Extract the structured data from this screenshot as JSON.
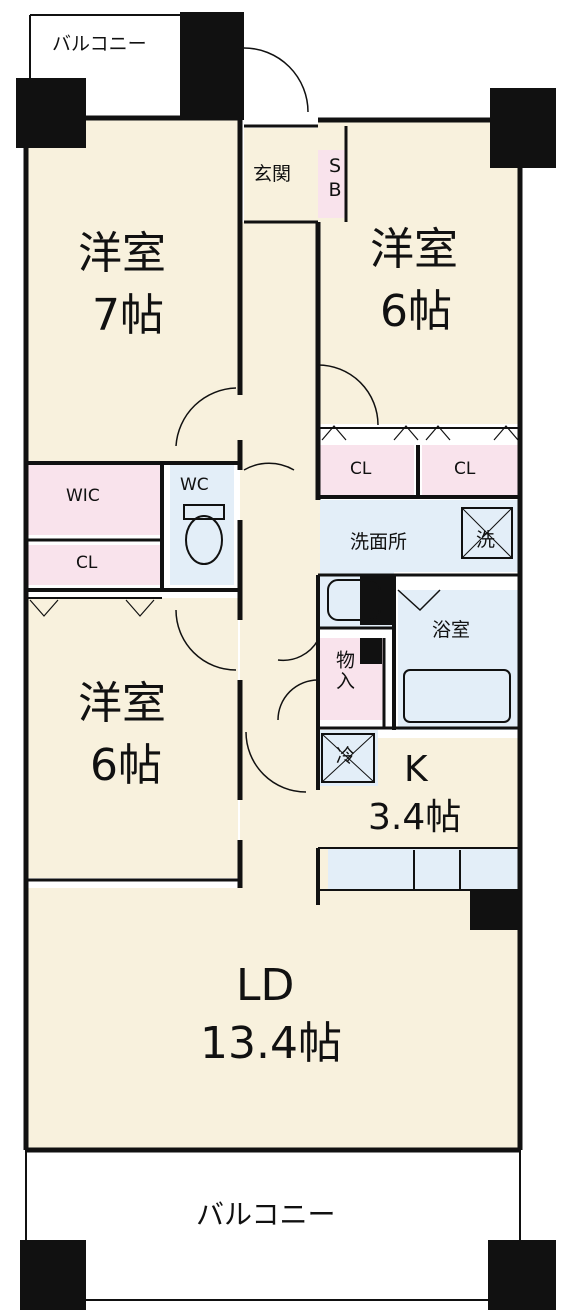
{
  "rooms": {
    "balcony_top": "バルコニー",
    "western_room_1": {
      "name": "洋室",
      "size": "7帖"
    },
    "entrance": "玄関",
    "shoe_box": "SB",
    "western_room_2": {
      "name": "洋室",
      "size": "6帖"
    },
    "walk_in_closet": "WIC",
    "toilet": "WC",
    "closet_left": "CL",
    "closet_right_1": "CL",
    "closet_right_2": "CL",
    "washroom": "洗面所",
    "washer_mark": "洗",
    "bathroom": "浴室",
    "storage": "物入",
    "fridge_mark": "冷",
    "western_room_3": {
      "name": "洋室",
      "size": "6帖"
    },
    "kitchen": {
      "name": "K",
      "size": "3.4帖"
    },
    "living_dining": {
      "name": "LD",
      "size": "13.4帖"
    },
    "balcony_bottom": "バルコニー"
  },
  "colors": {
    "floor": "#f8f1dd",
    "closet": "#f9e3ec",
    "wet_area": "#e3eef8",
    "wall": "#111111",
    "balcony": "#ffffff"
  }
}
